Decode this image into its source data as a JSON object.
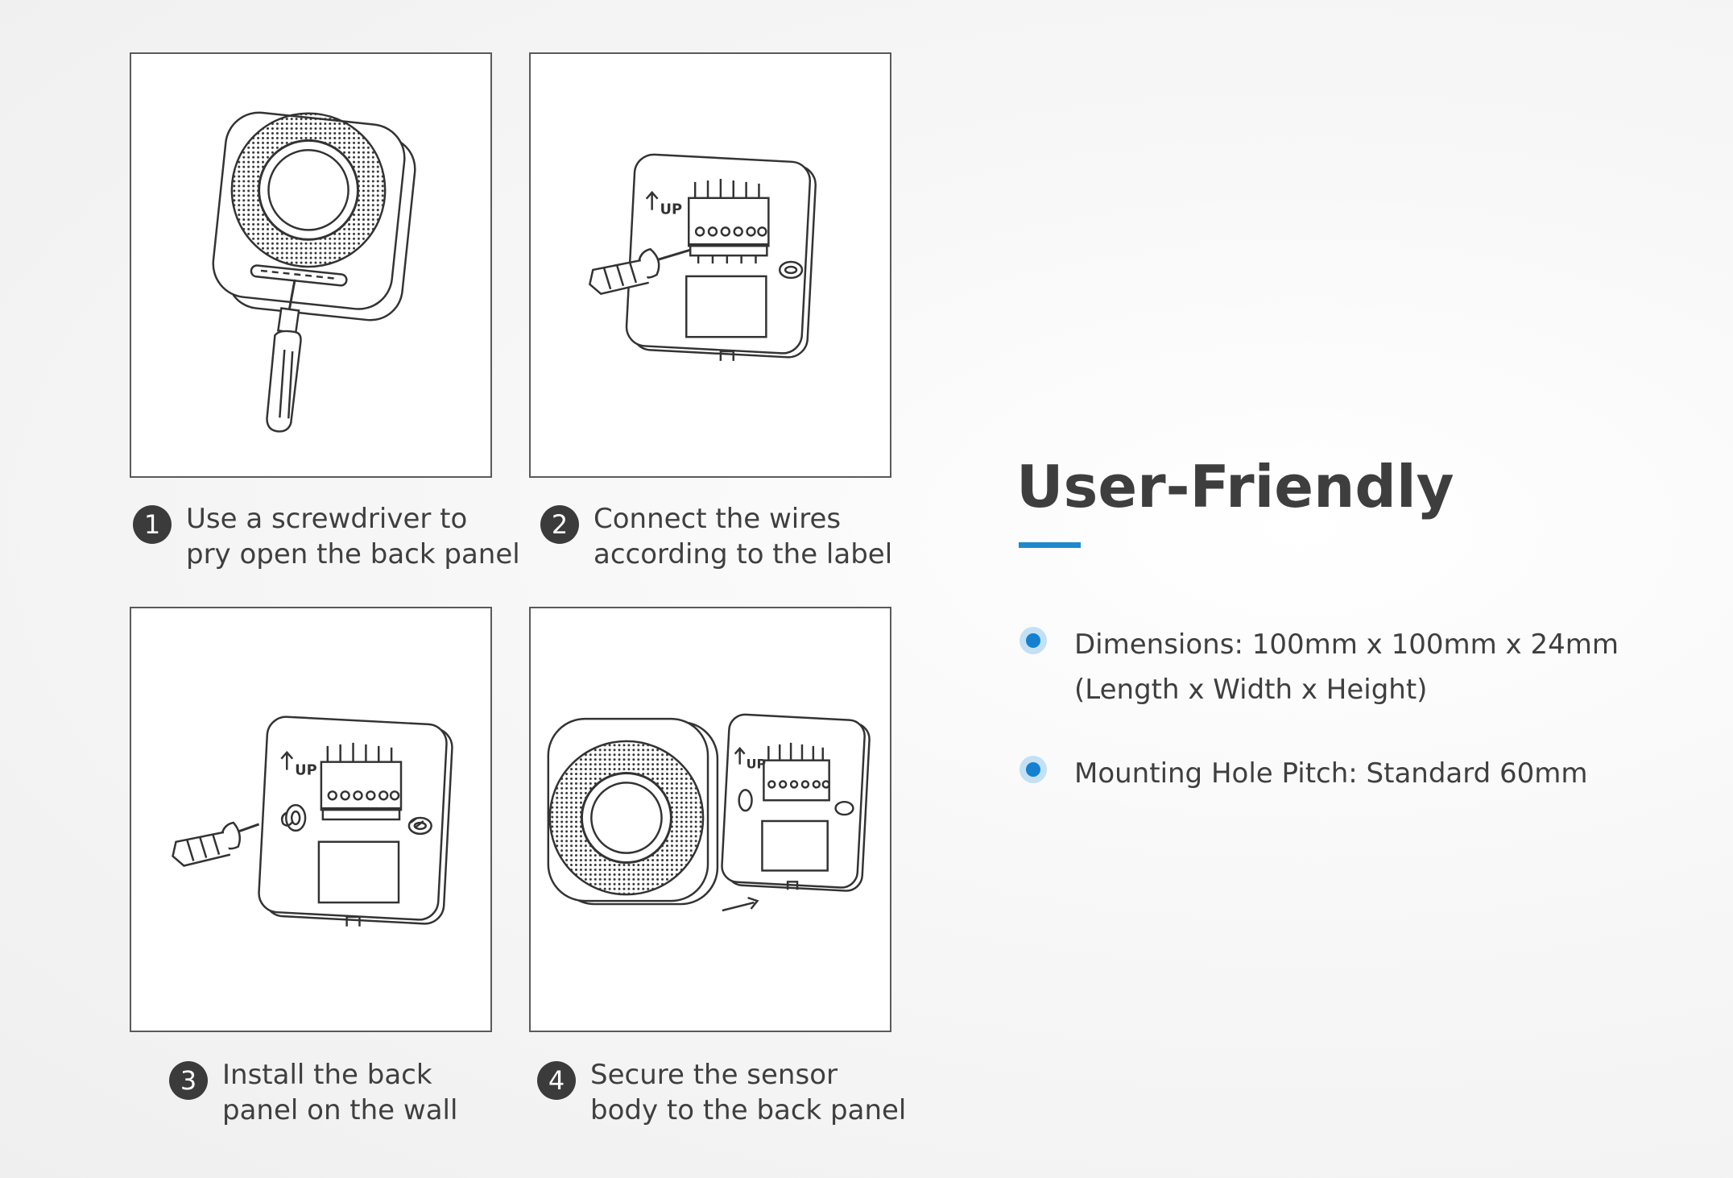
{
  "steps": [
    {
      "number": "1",
      "line1": "Use a screwdriver to",
      "line2": "pry open the back panel"
    },
    {
      "number": "2",
      "line1": "Connect the wires",
      "line2": "according to the label"
    },
    {
      "number": "3",
      "line1": "Install the back",
      "line2": "panel on the wall"
    },
    {
      "number": "4",
      "line1": "Secure the sensor",
      "line2": "body to the back panel"
    }
  ],
  "panel_label": "UP",
  "heading": "User-Friendly",
  "features": [
    {
      "line1": "Dimensions: 100mm x 100mm x 24mm",
      "line2": "(Length x Width x Height)"
    },
    {
      "line1": "Mounting Hole Pitch: Standard 60mm"
    }
  ],
  "colors": {
    "accent": "#1e88d0",
    "bullet": "#1480cf",
    "bullet_halo": "#c3e0f5",
    "text": "#3f3f3f"
  }
}
